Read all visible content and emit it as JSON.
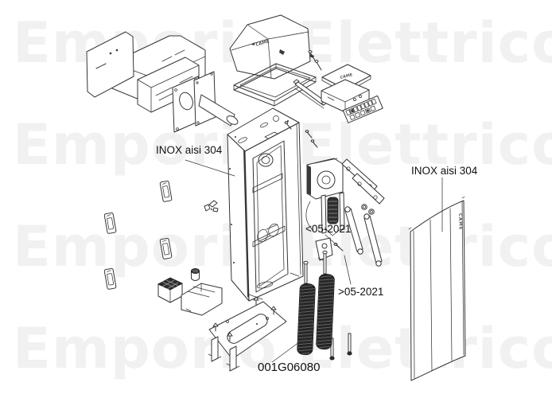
{
  "watermark": {
    "text": "Emporio Elettrico",
    "color": "#f1f1f1",
    "rows": 4
  },
  "labels": {
    "inox_top": "INOX aisi 304",
    "inox_door": "INOX aisi 304",
    "variant_before": "<05-2021",
    "variant_after": ">05-2021",
    "part_number": "001G06080"
  },
  "brand": {
    "logo_text": "CAME"
  },
  "colors": {
    "line": "#333333",
    "spring": "#262626",
    "watermark": "#f1f1f1",
    "background": "#ffffff"
  }
}
